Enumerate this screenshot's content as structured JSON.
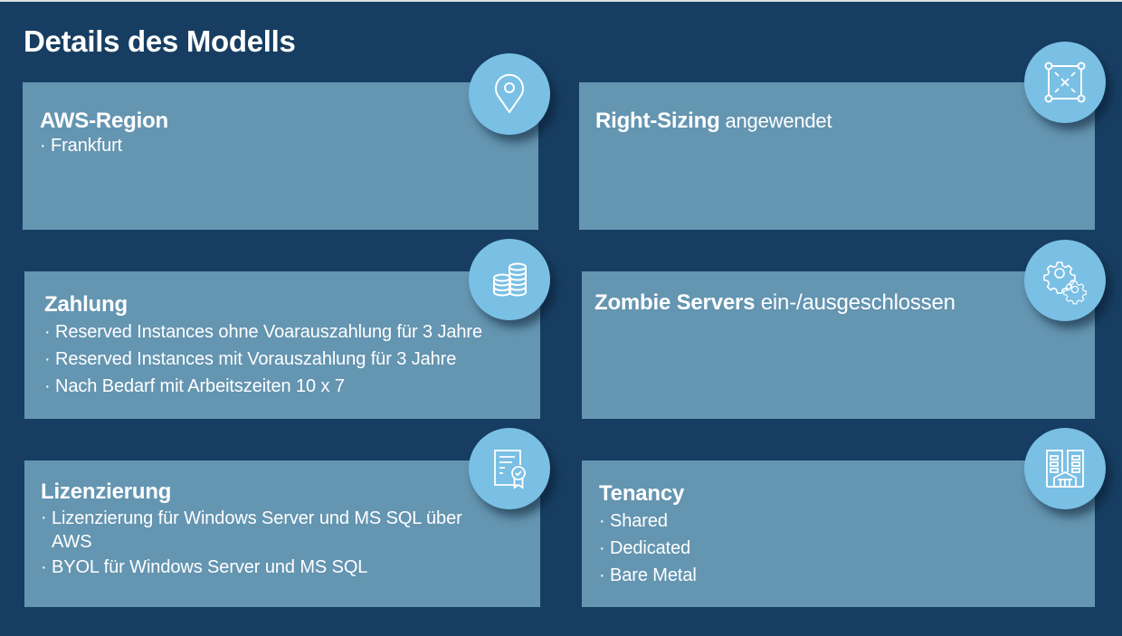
{
  "page": {
    "title": "Details des Modells"
  },
  "colors": {
    "background": "#173e62",
    "card": "#6495b1",
    "icon_circle": "#7abfe4",
    "text": "#ffffff"
  },
  "cards": [
    {
      "id": "aws-region",
      "title": "AWS-Region",
      "title_suffix": "",
      "icon": "location-pin-icon",
      "bullets": [
        "Frankfurt"
      ]
    },
    {
      "id": "right-sizing",
      "title": "Right-Sizing",
      "title_suffix": " angewendet",
      "icon": "resize-frame-icon",
      "bullets": []
    },
    {
      "id": "zahlung",
      "title": "Zahlung",
      "title_suffix": "",
      "icon": "coins-stack-icon",
      "bullets": [
        "Reserved Instances ohne Voarauszahlung für 3 Jahre",
        "Reserved Instances mit Vorauszahlung für 3 Jahre",
        "Nach Bedarf mit Arbeitszeiten 10 x 7"
      ]
    },
    {
      "id": "zombie-servers",
      "title": "Zombie Servers",
      "title_suffix": " ein-/ausgeschlossen",
      "icon": "gears-icon",
      "bullets": []
    },
    {
      "id": "lizenzierung",
      "title": "Lizenzierung",
      "title_suffix": "",
      "icon": "certificate-icon",
      "bullets": [
        "Lizenzierung für Windows Server und MS SQL über AWS",
        "BYOL für Windows Server und MS SQL"
      ]
    },
    {
      "id": "tenancy",
      "title": "Tenancy",
      "title_suffix": "",
      "icon": "buildings-icon",
      "bullets": [
        "Shared",
        "Dedicated",
        "Bare Metal"
      ]
    }
  ]
}
